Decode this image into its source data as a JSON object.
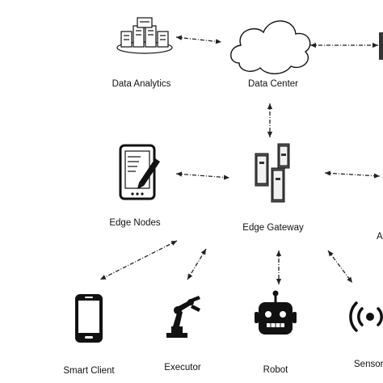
{
  "nodes": {
    "data_analytics": {
      "label": "Data Analytics",
      "icon": "server-cluster-icon"
    },
    "data_center": {
      "label": "Data Center",
      "icon": "cloud-icon"
    },
    "edge_nodes": {
      "label": "Edge Nodes",
      "icon": "tablet-pen-icon"
    },
    "edge_gateway": {
      "label": "Edge Gateway",
      "icon": "server-towers-icon"
    },
    "smart_client": {
      "label": "Smart Client",
      "icon": "smartphone-icon"
    },
    "executor": {
      "label": "Executor",
      "icon": "robotic-arm-icon"
    },
    "robot": {
      "label": "Robot",
      "icon": "robot-head-icon"
    },
    "sensor": {
      "label": "Sensor",
      "icon": "wireless-sensor-icon"
    },
    "right_cropped": {
      "label": "A"
    }
  },
  "style": {
    "line_color": "#222222",
    "icon_color": "#111111"
  }
}
